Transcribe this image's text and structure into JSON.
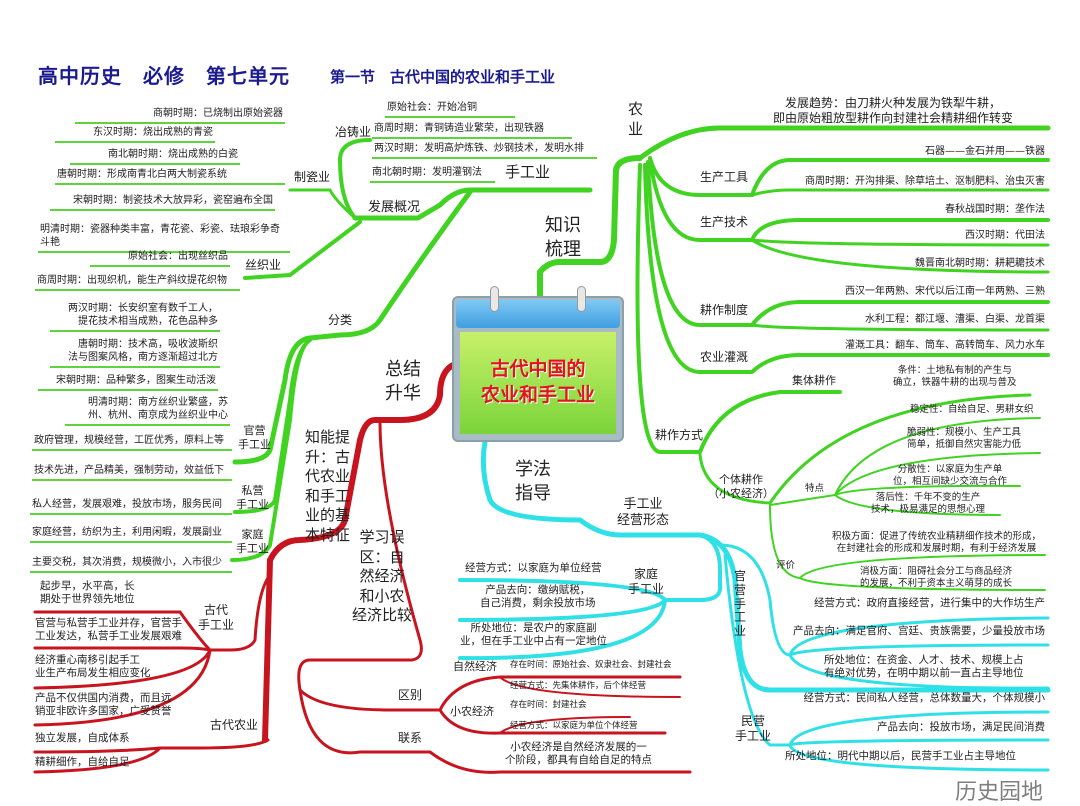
{
  "header": {
    "title": "高中历史　必修　第七单元",
    "subtitle": "第一节　古代中国的农业和手工业"
  },
  "center": {
    "title": "古代中国的\n农业和手工业"
  },
  "colors": {
    "knowledge": "#41d321",
    "summary": "#c8141e",
    "method": "#2fe0e6",
    "title": "#1b1b8f"
  },
  "knowledge": {
    "label": "知识\n梳理",
    "handicraft": {
      "label": "手工业",
      "development": {
        "label": "发展概况",
        "metallurgy": {
          "label": "冶铸业",
          "items": [
            "原始社会：开始冶铜",
            "商周时期：青铜铸造业繁荣，出现铁器",
            "两汉时期：发明高炉炼铁、炒钢技术，发明水排",
            "南北朝时期：发明灌钢法"
          ]
        },
        "ceramics": {
          "label": "制瓷业",
          "items": [
            "商朝时期：已烧制出原始瓷器",
            "东汉时期：烧出成熟的青瓷",
            "南北朝时期：烧出成熟的白瓷",
            "唐朝时期：形成南青北白两大制瓷系统",
            "宋朝时期：制瓷技术大放异彩，瓷窑遍布全国",
            "明清时期：瓷器种类丰富，青花瓷、彩瓷、珐琅彩争奇斗艳"
          ]
        },
        "silk": {
          "label": "丝织业",
          "items": [
            "原始社会：出现丝织品",
            "商周时期：出现织机，能生产斜纹提花织物",
            "两汉时期：长安织室有数千工人，\n提花技术相当成熟，花色品种多",
            "唐朝时期：技术高，吸收波斯织\n法与图案风格，南方逐渐超过北方",
            "宋朝时期：品种繁多，图案生动活泼",
            "明清时期：南方丝织业繁盛，苏\n州、杭州、南京成为丝织业中心"
          ]
        }
      },
      "types": {
        "label": "分类",
        "official": {
          "label": "官营\n手工业",
          "items": [
            "政府管理，规模经营，工匠优秀，原料上等",
            "技术先进，产品精美，强制劳动，效益低下"
          ]
        },
        "private": {
          "label": "私营\n手工业",
          "items": [
            "私人经营，发展艰难，投放市场，服务民间"
          ]
        },
        "family": {
          "label": "家庭\n手工业",
          "items": [
            "家庭经营，纺织为主，利用闲暇，发展副业",
            "主要交税，其次消费，规模微小，入市很少"
          ]
        }
      }
    },
    "agriculture": {
      "label": "农\n业",
      "trend": "发展趋势：由刀耕火种发展为铁犁牛耕，\n即由原始粗放型耕作向封建社会精耕细作转变",
      "tools": {
        "label": "生产工具",
        "items": [
          "石器——金石并用——铁器",
          "商周时期：开沟排渠、除草培土、沤制肥料、治虫灭害"
        ]
      },
      "techniques": {
        "label": "生产技术",
        "items": [
          "春秋战国时期：垄作法",
          "西汉时期：代田法",
          "魏晋南北朝时期：耕耙耱技术"
        ]
      },
      "system": {
        "label": "耕作制度",
        "items": [
          "西汉一年两熟、宋代以后江南一年两熟、三熟"
        ]
      },
      "irrigation": {
        "label": "农业灌溉",
        "items": [
          "水利工程：都江堰、漕渠、白渠、龙首渠",
          "灌溉工具：翻车、筒车、高转筒车、风力水车"
        ]
      },
      "farming": {
        "label": "耕作方式",
        "collective": "集体耕作",
        "individual": {
          "label": "个体耕作\n（小农经济）",
          "condition": "条件：土地私有制的产生与\n确立，铁器牛耕的出现与普及",
          "features": {
            "label": "特点",
            "items": [
              "稳定性：自给自足、男耕女织",
              "脆弱性：规模小、生产工具\n简单，抵御自然灾害能力低",
              "分散性：以家庭为生产单\n位，相互间缺少交流与合作",
              "落后性：千年不变的生产\n技术，极易满足的思想心理"
            ]
          },
          "evaluation": {
            "label": "评价",
            "items": [
              "积极方面：促进了传统农业精耕细作技术的形成，\n在封建社会的形成和发展时期，有利于经济发展",
              "消极方面：阻碍社会分工与商品经济\n的发展，不利于资本主义萌芽的成长"
            ]
          }
        }
      }
    }
  },
  "summary": {
    "label": "总结\n升华",
    "features": {
      "label": "知能提\n升：古\n代农业\n和手工\n业的基\n本特征",
      "handicraft": {
        "label": "古代\n手工业",
        "items": [
          "起步早，水平高，长\n期处于世界领先地位",
          "官营与私营手工业并存，官营手\n工业发达，私营手工业发展艰难",
          "经济重心南移引起手工\n业生产布局发生相应变化",
          "产品不仅供国内消费，而且远\n销亚非欧许多国家，广受赞誉"
        ]
      },
      "agriculture": {
        "label": "古代农业",
        "items": [
          "独立发展，自成体系",
          "精耕细作，自给自足"
        ]
      }
    },
    "misconceptions": {
      "label": "学习误\n区：自\n然经济\n和小农\n经济比较",
      "difference": {
        "label": "区别",
        "natural": {
          "label": "自然经济",
          "items": [
            "存在时间：原始社会、奴隶社会、封建社会",
            "经营方式：先集体耕作，后个体经营"
          ]
        },
        "smallpeasant": {
          "label": "小农经济",
          "items": [
            "存在时间：封建社会",
            "经营方式：以家庭为单位个体经营"
          ]
        }
      },
      "relation": {
        "label": "联系",
        "items": [
          "小农经济是自然经济发展的一\n个阶段，都具有自给自足的特点"
        ]
      }
    }
  },
  "method": {
    "label": "学法\n指导",
    "forms": {
      "label": "手工业\n经营形态",
      "family": {
        "label": "家庭\n手工业",
        "items": [
          "经营方式：以家庭为单位经营",
          "产品去向：缴纳赋税，\n自己消费，剩余投放市场",
          "所处地位：是农户的家庭副\n业，但在手工业中占有一定地位"
        ]
      },
      "official": {
        "label": "官\n营\n手\n工\n业",
        "items": [
          "经营方式：政府直接经营，进行集中的大作坊生产",
          "产品去向：满足官府、宫廷、贵族需要，少量投放市场",
          "所处地位：在资金、人才、技术、规模上占\n有绝对优势，在明中期以前一直占主导地位"
        ]
      },
      "private": {
        "label": "民营\n手工业",
        "items": [
          "经营方式：民间私人经营，总体数量大，个体规模小",
          "产品去向：投放市场，满足民间消费",
          "所处地位：明代中期以后，民营手工业占主导地位"
        ]
      }
    }
  },
  "watermark": "历史园地"
}
